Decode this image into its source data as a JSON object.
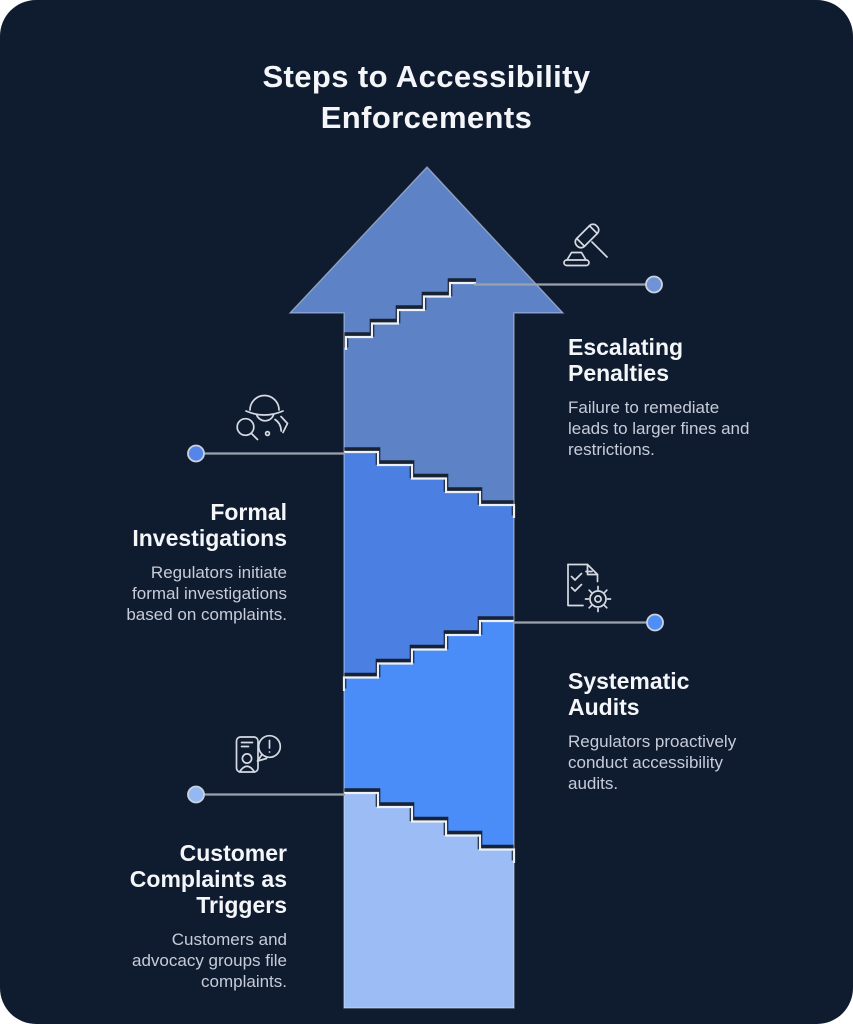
{
  "title": {
    "lines": [
      "Steps to Accessibility",
      "Enforcements"
    ]
  },
  "colors": {
    "page_bg": "#ffffff",
    "card_bg": "#0f1c2f",
    "heading_text": "#f4f6f9",
    "body_text": "#c6ccd9",
    "connector_line": "#9aa2ae",
    "stair_highlight": "#edf1f7",
    "stair_shadow": "#131c2a",
    "icon_stroke": "#d6dae2",
    "arrow_outline": "#dfe7f5",
    "dot_ring": "#ccd2dd"
  },
  "steps": [
    {
      "id": "customer-complaints-as-triggers",
      "icon": "complaint-phone-icon",
      "color": "#9bbcf5",
      "dot_color": "#93b8f3",
      "title_lines": [
        "Customer",
        "Complaints as",
        "Triggers"
      ],
      "body_lines": [
        "Customers and",
        "advocacy groups file",
        "complaints."
      ]
    },
    {
      "id": "systematic-audits",
      "icon": "audit-document-gear-icon",
      "color": "#4a8cf8",
      "dot_color": "#4e8ef6",
      "title_lines": [
        "Systematic",
        "Audits"
      ],
      "body_lines": [
        "Regulators proactively",
        "conduct accessibility",
        "audits."
      ]
    },
    {
      "id": "formal-investigations",
      "icon": "detective-magnifier-icon",
      "color": "#4b7fe2",
      "dot_color": "#5585e8",
      "title_lines": [
        "Formal",
        "Investigations"
      ],
      "body_lines": [
        "Regulators initiate",
        "formal investigations",
        "based on complaints."
      ]
    },
    {
      "id": "escalating-penalties",
      "icon": "gavel-icon",
      "color": "#5d82c6",
      "dot_color": "#7093d8",
      "title_lines": [
        "Escalating",
        "Penalties"
      ],
      "body_lines": [
        "Failure to remediate",
        "leads to larger fines and",
        "restrictions."
      ]
    }
  ]
}
